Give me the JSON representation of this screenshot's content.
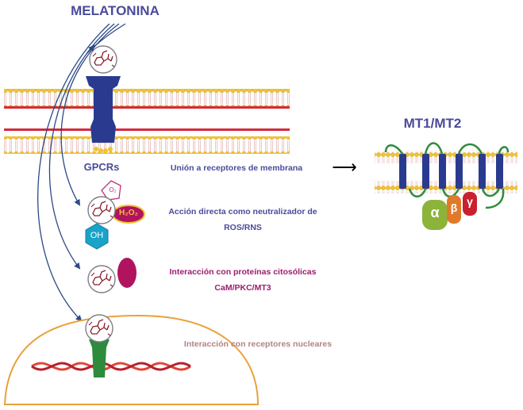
{
  "title": "MELATONINA",
  "gpcr_label": "GPCRs",
  "receptor_title": "MT1/MT2",
  "mechanisms": {
    "membrane": "Unión a receptores de membrana",
    "ros_line1": "Acción directa como neutralizador de",
    "ros_line2": "ROS/RNS",
    "cytosolic_line1": "Interacción con proteínas citosólicas",
    "cytosolic_line2": "CaM/PKC/MT3",
    "nuclear": "Interacción con receptores nucleares"
  },
  "species": {
    "o2": "O₂",
    "h2o2": "H₂O₂",
    "oh": "OH"
  },
  "g_protein": {
    "alpha": "α",
    "beta": "β",
    "gamma": "γ"
  },
  "arrow": "⟶",
  "colors": {
    "title": "#4a4b9a",
    "membrane_text": "#4a4b9a",
    "ros_text": "#4a4b9a",
    "cytosolic_text": "#9b1c6e",
    "nuclear_text": "#b08486",
    "lipid_head": "#f2c233",
    "membrane_red": "#d42a3d",
    "receptor_blue": "#2a3b8f",
    "arrow_blue": "#2c4a86",
    "nucleus_outline": "#e8a23a",
    "nuclear_receptor": "#2e8b3c",
    "protein_magenta": "#b0145f",
    "oh_cyan": "#1aa2c8",
    "g_alpha": "#8cb33a",
    "g_beta": "#e07a2a",
    "g_gamma": "#c8202e"
  }
}
